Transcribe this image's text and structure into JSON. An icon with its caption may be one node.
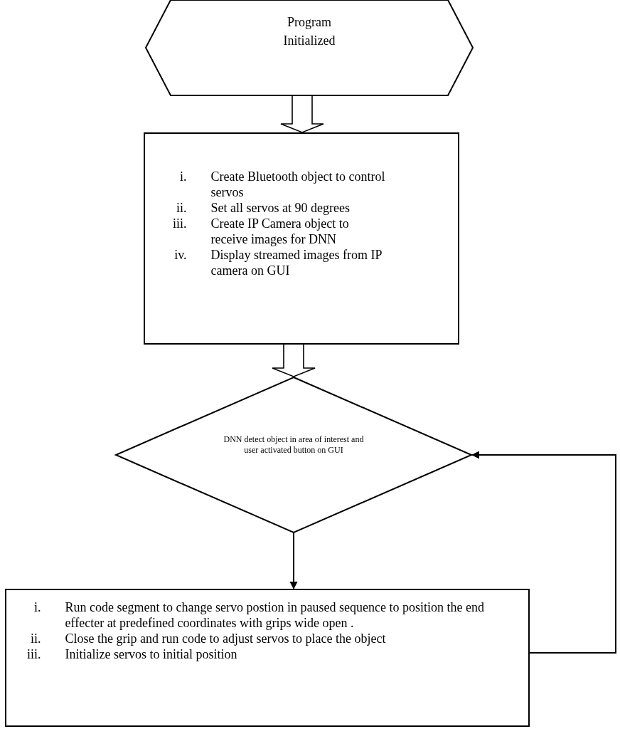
{
  "diagram": {
    "nodes": [
      {
        "text": [
          "Program Initialized"
        ]
      },
      {
        "text": [
          "i.",
          "Create Bluetooth object to control servos",
          "ii.",
          "Set all servos at 90 degrees",
          "iii.",
          "Create IP Camera object to receive images for DNN",
          "iv.",
          "Display streamed images from IP camera on GUI"
        ]
      },
      {
        "text": [
          "DNN detect object in area of interest and user activated button on GUI"
        ]
      },
      {
        "text": [
          "i.",
          "Run code segment to change servo postion in paused sequence to position the end effecter at predefined coordinates with grips wide open .",
          "ii.",
          "Close the grip and run code to adjust servos to place the object",
          "iii.",
          "Initialize servos to initial position"
        ]
      }
    ],
    "edges": [
      {
        "from": 0,
        "to": 1,
        "arrow": "to",
        "style": "thick"
      },
      {
        "from": 1,
        "to": 2,
        "arrow": "to",
        "style": "thick"
      },
      {
        "from": 2,
        "to": 3,
        "arrow": "to"
      },
      {
        "from": 3,
        "to": 2,
        "arrow": "to"
      }
    ]
  }
}
